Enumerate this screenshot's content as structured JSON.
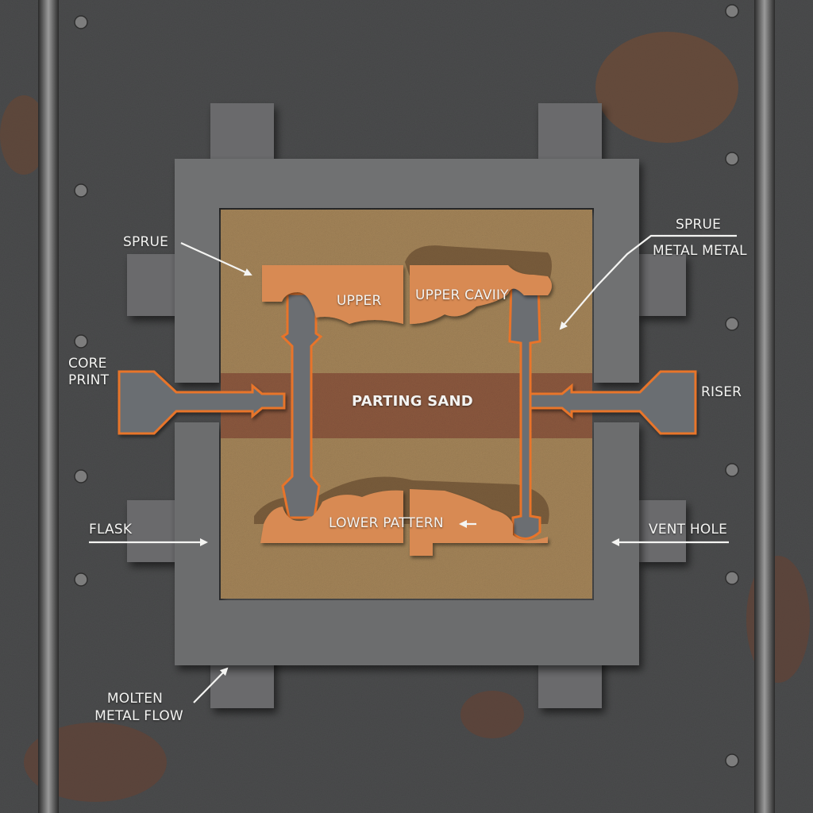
{
  "diagram": {
    "subject": "Sand casting mold cross-section",
    "colors": {
      "background_steel": "#4a4b4c",
      "flask_steel": "#6e6f70",
      "sand_upper": "#a6865a",
      "sand_lower": "#a6865a",
      "parting_sand": "#8e5a40",
      "pattern_copper": "#d88a52",
      "channel_outline": "#e8742a",
      "channel_fill": "#6b6e72",
      "label_text": "#f4f4f2",
      "rust": "#7a4a30"
    },
    "labels": {
      "sprue_left": "SPRUE",
      "sprue_right": "SPRUE",
      "metal_metal": "METAL METAL",
      "upper": "UPPER",
      "upper_cavity": "UPPER CAVIIY",
      "core_print_line1": "CORE",
      "core_print_line2": "PRINT",
      "parting_sand": "PARTING SAND",
      "riser": "RISER",
      "lower_pattern": "LOWER PATTERN",
      "flask": "FLASK",
      "vent_hole": "VENT HOLE",
      "molten_line1": "MOLTEN",
      "molten_line2": "METAL FLOW"
    },
    "icons": {
      "arrow": "callout-arrow-icon",
      "rivet": "rivet-icon",
      "weld_seam": "weld-seam-icon"
    }
  }
}
